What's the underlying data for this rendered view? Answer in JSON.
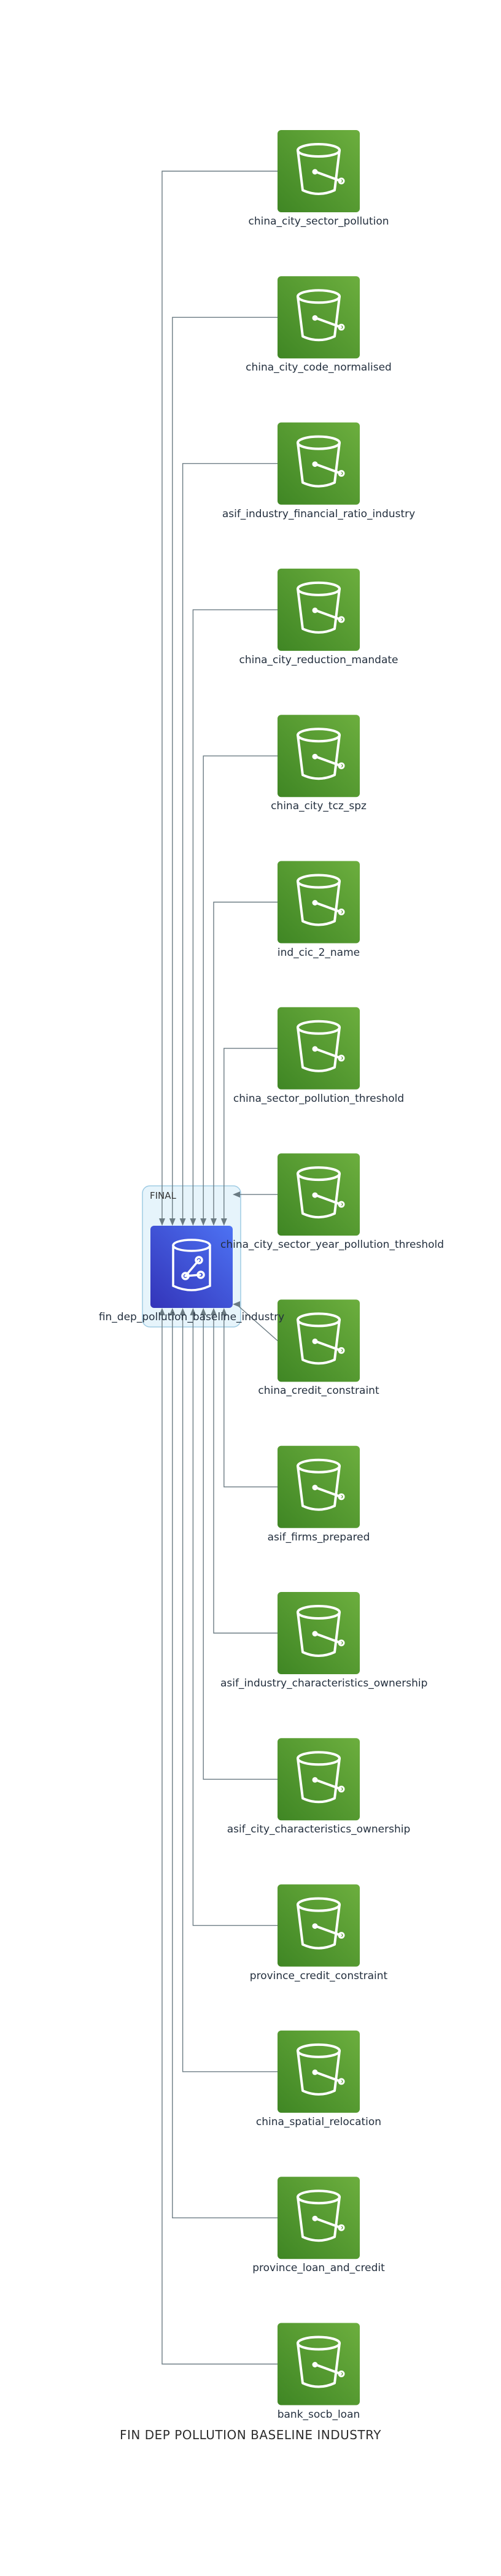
{
  "title": "FIN DEP POLLUTION BASELINE INDUSTRY",
  "cluster": {
    "label": "FINAL"
  },
  "target": {
    "label": "fin_dep_pollution_baseline_industry",
    "icon": "data-pipeline-icon"
  },
  "colors": {
    "bucket_dark": "#3f8624",
    "bucket_light": "#6cae3e",
    "target_dark": "#3334b9",
    "target_light": "#4d72f3",
    "cluster_fill": "#e6f4fb",
    "cluster_stroke": "#9fcbe3",
    "edge": "#6b7b83"
  },
  "sources": [
    {
      "label": "china_city_sector_pollution",
      "icon": "s3-bucket-icon"
    },
    {
      "label": "china_city_code_normalised",
      "icon": "s3-bucket-icon"
    },
    {
      "label": "asif_industry_financial_ratio_industry",
      "icon": "s3-bucket-icon"
    },
    {
      "label": "china_city_reduction_mandate",
      "icon": "s3-bucket-icon"
    },
    {
      "label": "china_city_tcz_spz",
      "icon": "s3-bucket-icon"
    },
    {
      "label": "ind_cic_2_name",
      "icon": "s3-bucket-icon"
    },
    {
      "label": "china_sector_pollution_threshold",
      "icon": "s3-bucket-icon"
    },
    {
      "label": "china_city_sector_year_pollution_threshold",
      "icon": "s3-bucket-icon"
    },
    {
      "label": "china_credit_constraint",
      "icon": "s3-bucket-icon"
    },
    {
      "label": "asif_firms_prepared",
      "icon": "s3-bucket-icon"
    },
    {
      "label": "asif_industry_characteristics_ownership",
      "icon": "s3-bucket-icon"
    },
    {
      "label": "asif_city_characteristics_ownership",
      "icon": "s3-bucket-icon"
    },
    {
      "label": "province_credit_constraint",
      "icon": "s3-bucket-icon"
    },
    {
      "label": "china_spatial_relocation",
      "icon": "s3-bucket-icon"
    },
    {
      "label": "province_loan_and_credit",
      "icon": "s3-bucket-icon"
    },
    {
      "label": "bank_socb_loan",
      "icon": "s3-bucket-icon"
    }
  ]
}
